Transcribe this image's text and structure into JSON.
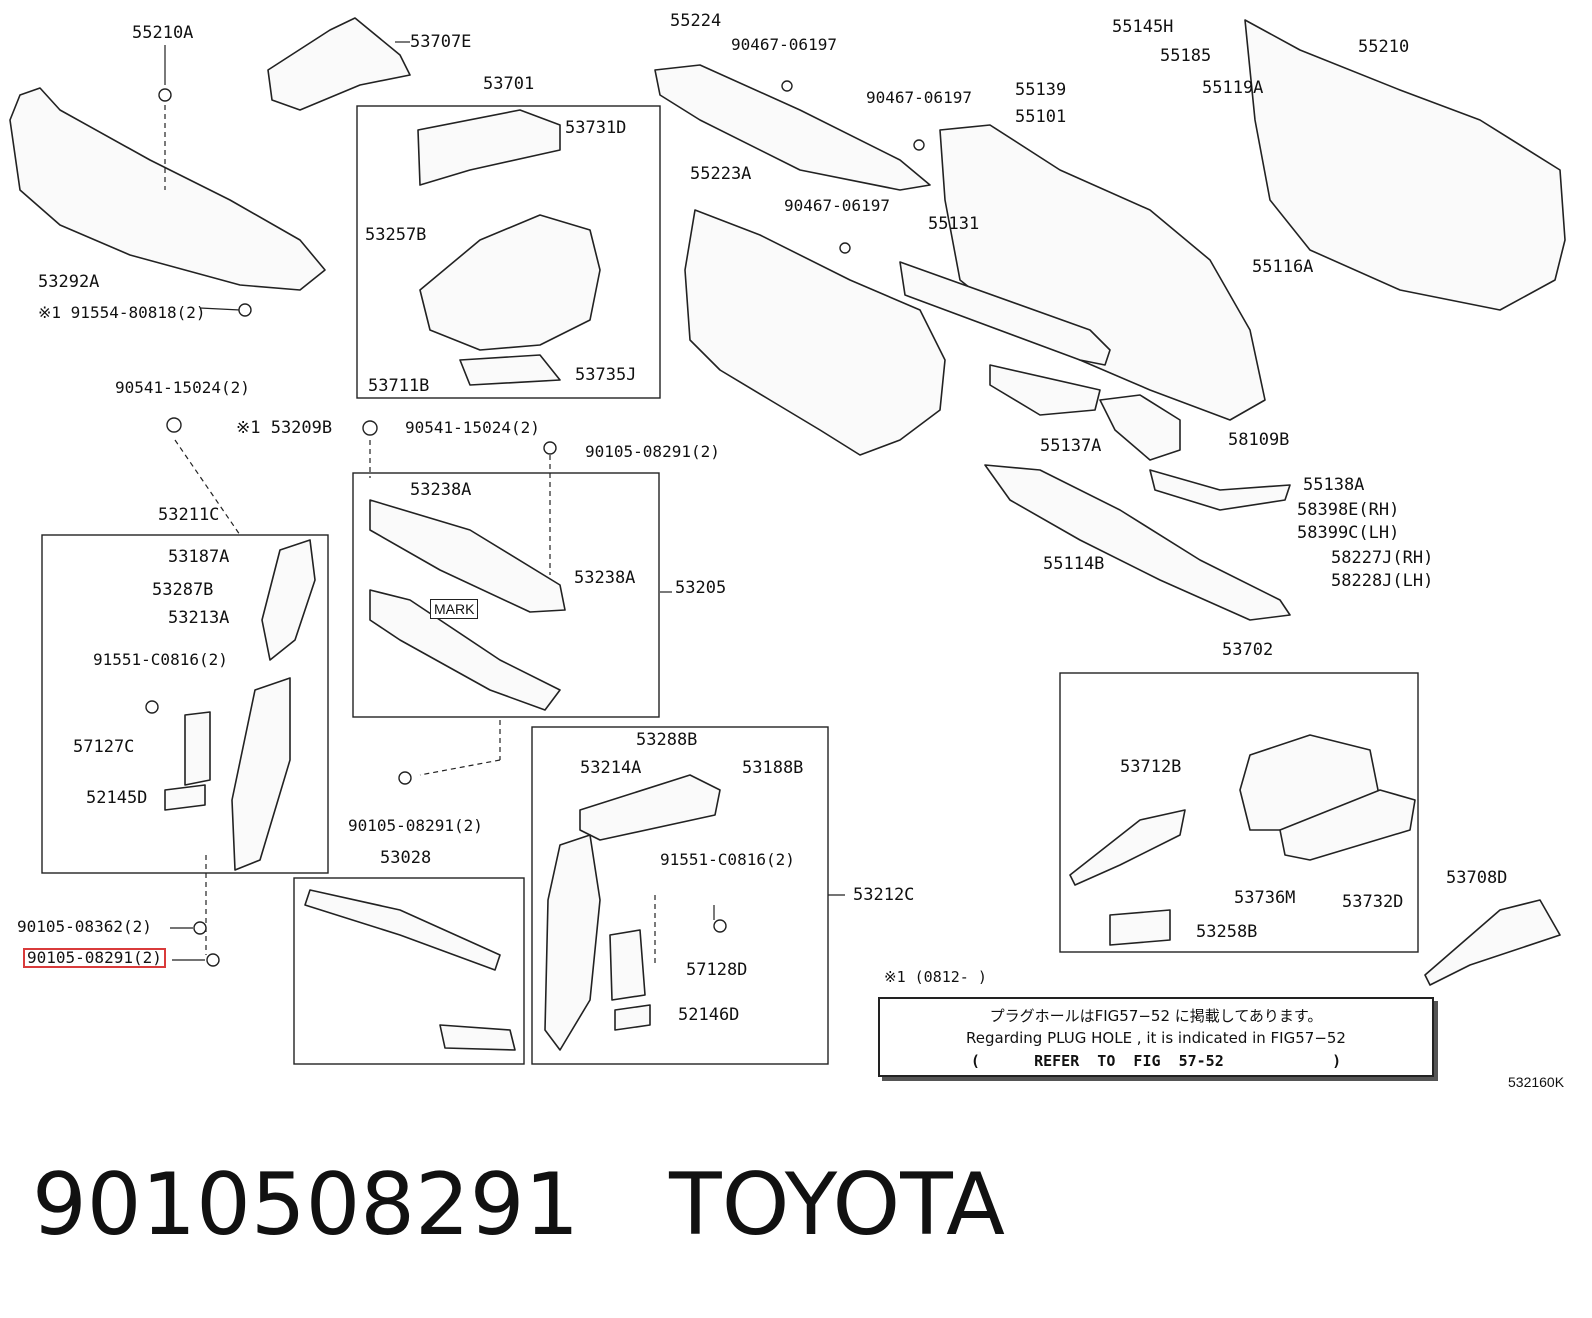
{
  "diagram": {
    "parts": [
      {
        "id": "p1",
        "text": "55210A"
      },
      {
        "id": "p2",
        "text": "53707E"
      },
      {
        "id": "p3",
        "text": "53292A"
      },
      {
        "id": "p4",
        "text": "※1 91554-80818(2)"
      },
      {
        "id": "p5",
        "text": "90541-15024(2)"
      },
      {
        "id": "p6",
        "text": "※1 53209B"
      },
      {
        "id": "p7",
        "text": "53701"
      },
      {
        "id": "p8",
        "text": "53731D"
      },
      {
        "id": "p9",
        "text": "53257B"
      },
      {
        "id": "p10",
        "text": "53711B"
      },
      {
        "id": "p11",
        "text": "53735J"
      },
      {
        "id": "p12",
        "text": "55224"
      },
      {
        "id": "p13",
        "text": "90467-06197"
      },
      {
        "id": "p14",
        "text": "90467-06197"
      },
      {
        "id": "p15",
        "text": "55223A"
      },
      {
        "id": "p16",
        "text": "90467-06197"
      },
      {
        "id": "p17",
        "text": "55145H"
      },
      {
        "id": "p18",
        "text": "55185"
      },
      {
        "id": "p19",
        "text": "55139"
      },
      {
        "id": "p20",
        "text": "55101"
      },
      {
        "id": "p21",
        "text": "55119A"
      },
      {
        "id": "p22",
        "text": "55210"
      },
      {
        "id": "p23",
        "text": "55116A"
      },
      {
        "id": "p24",
        "text": "55131"
      },
      {
        "id": "p25",
        "text": "55137A"
      },
      {
        "id": "p26",
        "text": "58109B"
      },
      {
        "id": "p27",
        "text": "55138A"
      },
      {
        "id": "p28",
        "text": "58398E(RH)"
      },
      {
        "id": "p29",
        "text": "58399C(LH)"
      },
      {
        "id": "p30",
        "text": "55114B"
      },
      {
        "id": "p31",
        "text": "58227J(RH)"
      },
      {
        "id": "p32",
        "text": "58228J(LH)"
      },
      {
        "id": "p33",
        "text": "90541-15024(2)"
      },
      {
        "id": "p34",
        "text": "90105-08291(2)"
      },
      {
        "id": "p35",
        "text": "53238A"
      },
      {
        "id": "p36",
        "text": "53238A"
      },
      {
        "id": "p37",
        "text": "53205"
      },
      {
        "id": "p38",
        "text": "53211C"
      },
      {
        "id": "p39",
        "text": "53187A"
      },
      {
        "id": "p40",
        "text": "53287B"
      },
      {
        "id": "p41",
        "text": "53213A"
      },
      {
        "id": "p42",
        "text": "91551-C0816(2)"
      },
      {
        "id": "p43",
        "text": "57127C"
      },
      {
        "id": "p44",
        "text": "52145D"
      },
      {
        "id": "p45",
        "text": "90105-08291(2)"
      },
      {
        "id": "p46",
        "text": "53028"
      },
      {
        "id": "p47",
        "text": "53288B"
      },
      {
        "id": "p48",
        "text": "53214A"
      },
      {
        "id": "p49",
        "text": "53188B"
      },
      {
        "id": "p50",
        "text": "91551-C0816(2)"
      },
      {
        "id": "p51",
        "text": "53212C"
      },
      {
        "id": "p52",
        "text": "57128D"
      },
      {
        "id": "p53",
        "text": "52146D"
      },
      {
        "id": "p54",
        "text": "90105-08362(2)"
      },
      {
        "id": "p55",
        "text": "90105-08291(2)"
      },
      {
        "id": "p56",
        "text": "53702"
      },
      {
        "id": "p57",
        "text": "53712B"
      },
      {
        "id": "p58",
        "text": "53736M"
      },
      {
        "id": "p59",
        "text": "53732D"
      },
      {
        "id": "p60",
        "text": "53258B"
      },
      {
        "id": "p61",
        "text": "53708D"
      }
    ],
    "mark_label": "MARK",
    "highlighted_part": "90105-08291(2)",
    "highlight_color": "#d93b3b",
    "note": {
      "ref": "※1 (0812-      )",
      "line_jp": "プラグホールはFIG57−52 に掲載してあります。",
      "line_en": "Regarding  PLUG HOLE , it is indicated  in  FIG57−52",
      "line_ref": "(      REFER  TO  FIG  57-52            )"
    },
    "drawing_code": "532160K"
  },
  "footer": {
    "part_number": "9010508291",
    "brand": "TOYOTA"
  }
}
